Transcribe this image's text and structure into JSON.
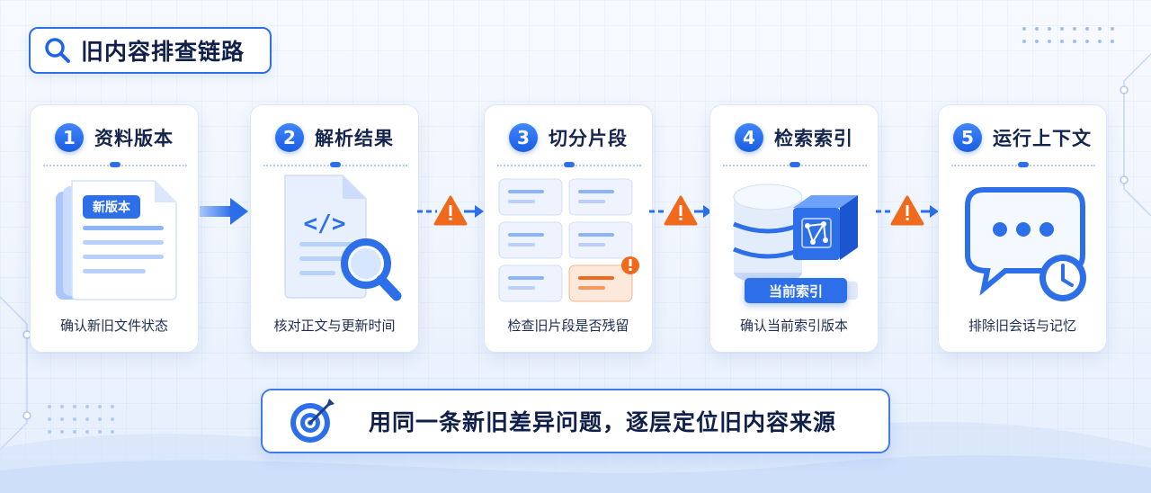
{
  "title": "旧内容排查链路",
  "steps": [
    {
      "num": "1",
      "title": "资料版本",
      "caption": "确认新旧文件状态",
      "badge": "新版本"
    },
    {
      "num": "2",
      "title": "解析结果",
      "caption": "核对正文与更新时间",
      "code": "</>"
    },
    {
      "num": "3",
      "title": "切分片段",
      "caption": "检查旧片段是否残留"
    },
    {
      "num": "4",
      "title": "检索索引",
      "caption": "确认当前索引版本",
      "badge": "当前索引"
    },
    {
      "num": "5",
      "title": "运行上下文",
      "caption": "排除旧会话与记忆"
    }
  ],
  "banner": {
    "text": "用同一条新旧差异问题，逐层定位旧内容来源"
  },
  "icons": {
    "title": "search-icon",
    "banner": "target-icon",
    "warning": "warning-icon",
    "arrow": "arrow-right-icon"
  },
  "colors": {
    "accent": "#2c6fe8",
    "warning": "#f06a1d",
    "text": "#15244d"
  }
}
